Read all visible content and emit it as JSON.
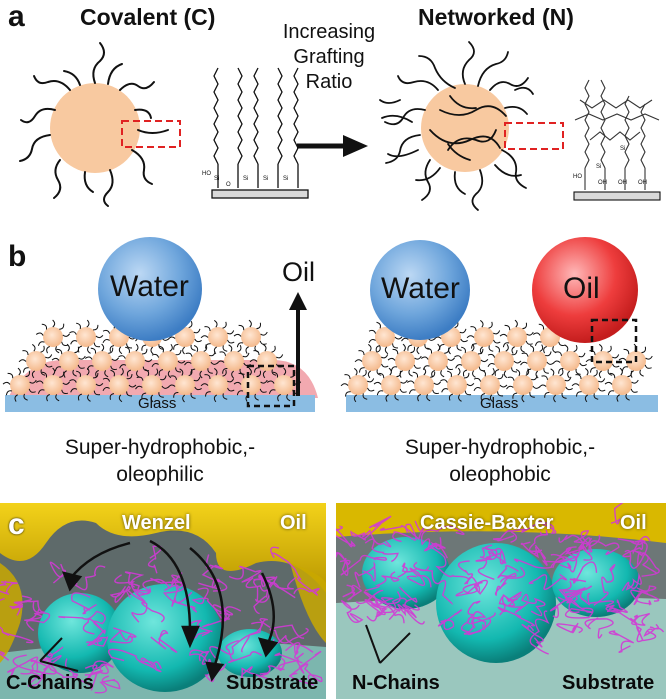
{
  "panel_a": {
    "letter": "a",
    "left_title": "Covalent (C)",
    "right_title": "Networked (N)",
    "center_lines": [
      "Increasing",
      "Grafting",
      "Ratio"
    ],
    "chem_labels": [
      "HO",
      "Si",
      "Si",
      "Si",
      "Si",
      "O",
      "OH"
    ]
  },
  "panel_b": {
    "letter": "b",
    "left_drop": "Water",
    "oil_arrow_label": "Oil",
    "right_water_drop": "Water",
    "right_oil_drop": "Oil",
    "glass_label": "Glass",
    "left_desc_line1": "Super-hydrophobic,-",
    "left_desc_line2": "oleophilic",
    "right_desc_line1": "Super-hydrophobic,-",
    "right_desc_line2": "oleophobic"
  },
  "panel_c": {
    "letter": "c",
    "left_title": "Wenzel",
    "left_oil": "Oil",
    "left_chains": "C-Chains",
    "left_substrate": "Substrate",
    "right_title": "Cassie-Baxter",
    "right_oil": "Oil",
    "right_chains": "N-Chains",
    "right_substrate": "Substrate"
  },
  "colors": {
    "particle": "#f8c9a0",
    "water_drop": "#6fa6dc",
    "oil_drop": "#ee3d3d",
    "glass": "#8bbde3",
    "oil_film": "#f09aa2",
    "dashed_red": "#e02222",
    "sim_oil": "#e8c000",
    "sim_particle": "#13b8b0",
    "sim_chains": "#d23ad6",
    "sim_bg": "#5e6a6a"
  }
}
